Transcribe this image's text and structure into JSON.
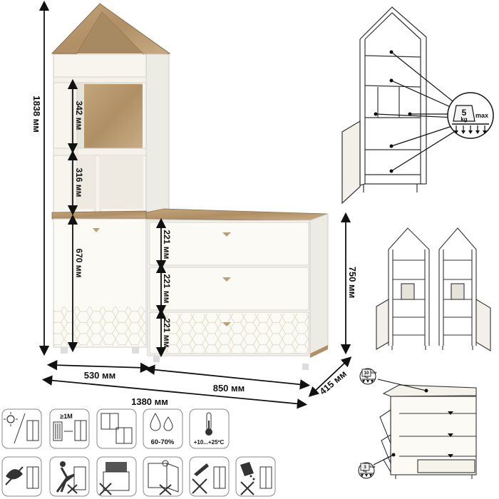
{
  "dimensions": {
    "total_height": "1838 мм",
    "shelf_upper": "342 мм",
    "shelf_lower": "316 мм",
    "door_height": "670 мм",
    "drawer_1": "221 мм",
    "drawer_2": "221 мм",
    "drawer_3": "221 мм",
    "chest_height": "750 мм",
    "left_width": "530 мм",
    "chest_width": "850 мм",
    "total_width": "1380 мм",
    "depth": "415 мм"
  },
  "load_badges": {
    "shelf_load": {
      "value": "5",
      "unit": "kg",
      "label": "max"
    },
    "top_load": {
      "value": "10",
      "unit": "kg",
      "label": "max"
    },
    "drawer_load": {
      "value": "3",
      "unit": "kg",
      "label": "max"
    }
  },
  "care_icons": [
    {
      "icon": "sunlight-icon",
      "text": ""
    },
    {
      "icon": "heater-distance-icon",
      "text": "≥1M"
    },
    {
      "icon": "window-icon",
      "text": ""
    },
    {
      "icon": "humidity-icon",
      "text": "60-70%"
    },
    {
      "icon": "temperature-icon",
      "text": "+10...+25ºC"
    },
    {
      "icon": "no-wet-cloth-icon",
      "text": ""
    },
    {
      "icon": "no-lean-icon",
      "text": ""
    },
    {
      "icon": "no-heavy-load-icon",
      "text": ""
    },
    {
      "icon": "no-open-door-icon",
      "text": ""
    },
    {
      "icon": "no-sharp-tool-icon",
      "text": ""
    },
    {
      "icon": "no-chemicals-icon",
      "text": ""
    }
  ],
  "colors": {
    "oak": "#b89a72",
    "oak_dark": "#9c7f58",
    "white_panel": "#fbfaf4",
    "line": "#444444"
  }
}
